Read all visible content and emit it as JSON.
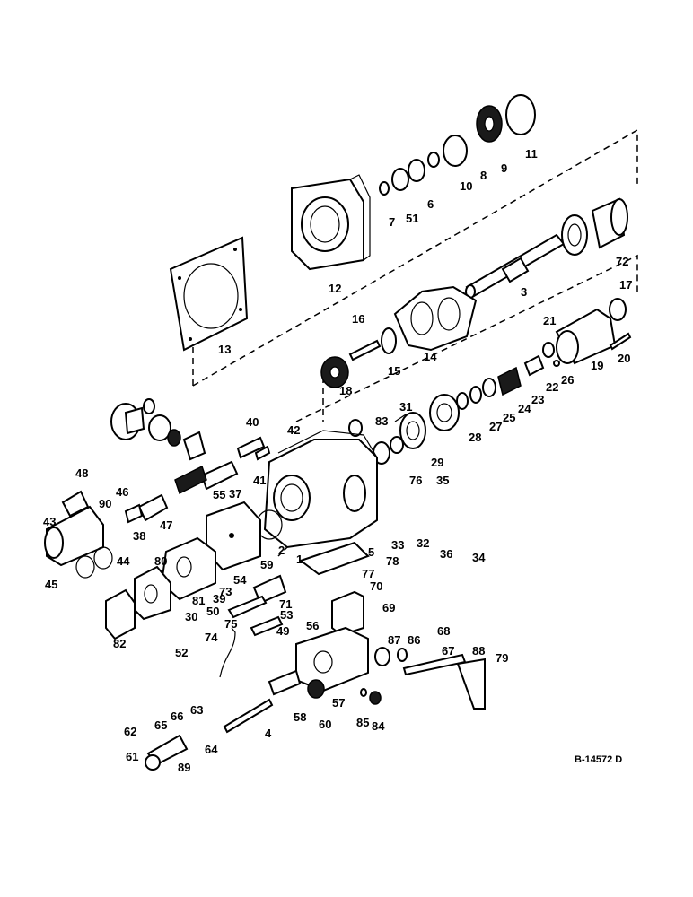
{
  "labels": [
    "1",
    "2",
    "3",
    "4",
    "5",
    "6",
    "7",
    "8",
    "9",
    "10",
    "11",
    "12",
    "13",
    "14",
    "15",
    "16",
    "17",
    "18",
    "19",
    "20",
    "21",
    "22",
    "23",
    "24",
    "25",
    "26",
    "27",
    "28",
    "29",
    "30",
    "31",
    "32",
    "33",
    "34",
    "35",
    "36",
    "37",
    "38",
    "39",
    "40",
    "41",
    "42",
    "43",
    "44",
    "45",
    "46",
    "47",
    "48",
    "49",
    "50",
    "51",
    "52",
    "53",
    "54",
    "55",
    "56",
    "57",
    "58",
    "59",
    "60",
    "61",
    "62",
    "63",
    "64",
    "65",
    "66",
    "67",
    "68",
    "69",
    "70",
    "71",
    "72",
    "73",
    "74",
    "75",
    "76",
    "77",
    "78",
    "79",
    "80",
    "81",
    "82",
    "83",
    "84",
    "85",
    "86",
    "87",
    "88",
    "89",
    "90"
  ],
  "reference": "B-14572 D"
}
